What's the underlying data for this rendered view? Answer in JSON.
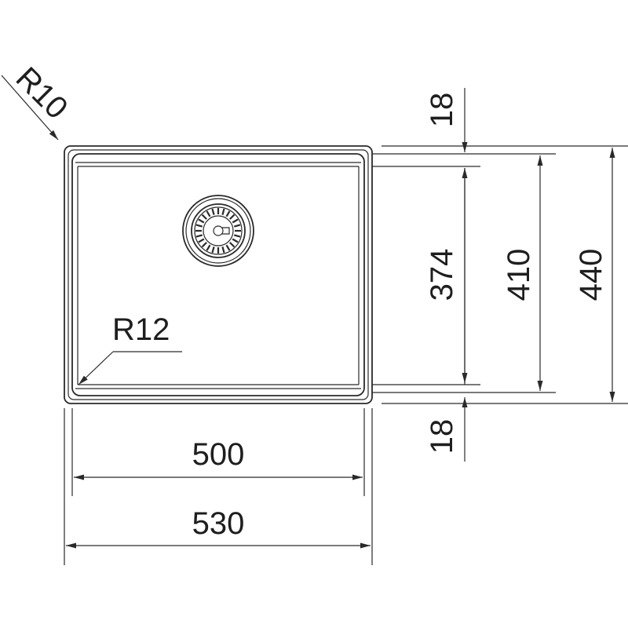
{
  "drawing": {
    "labels": {
      "corner_outer_radius": "R10",
      "corner_inner_radius": "R12",
      "inner_width": "500",
      "outer_width": "530",
      "top_rim": "18",
      "bottom_rim": "18",
      "inner_depth": "374",
      "middle_depth": "410",
      "outer_depth": "440"
    },
    "colors": {
      "line": "#2a2a2a",
      "text": "#1e1e1e",
      "background": "#ffffff"
    }
  }
}
